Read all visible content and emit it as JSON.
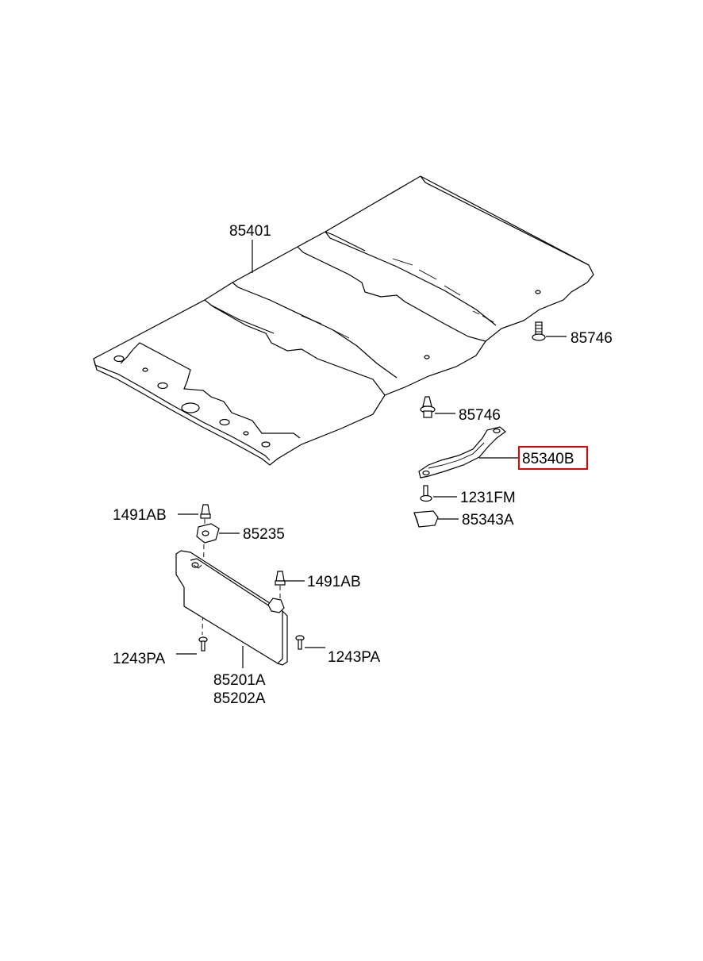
{
  "parts": {
    "headliner": "85401",
    "screw_right": "85746",
    "screw_middle": "85746",
    "assist_handle": "85340B",
    "handle_bolt": "1231FM",
    "handle_cap": "85343A",
    "clip_left": "1491AB",
    "visor_holder": "85235",
    "clip_right": "1491AB",
    "visor_screw_left": "1243PA",
    "visor_screw_right": "1243PA",
    "sun_visor_lh": "85201A",
    "sun_visor_rh": "85202A"
  },
  "highlight_color": "#e00000"
}
